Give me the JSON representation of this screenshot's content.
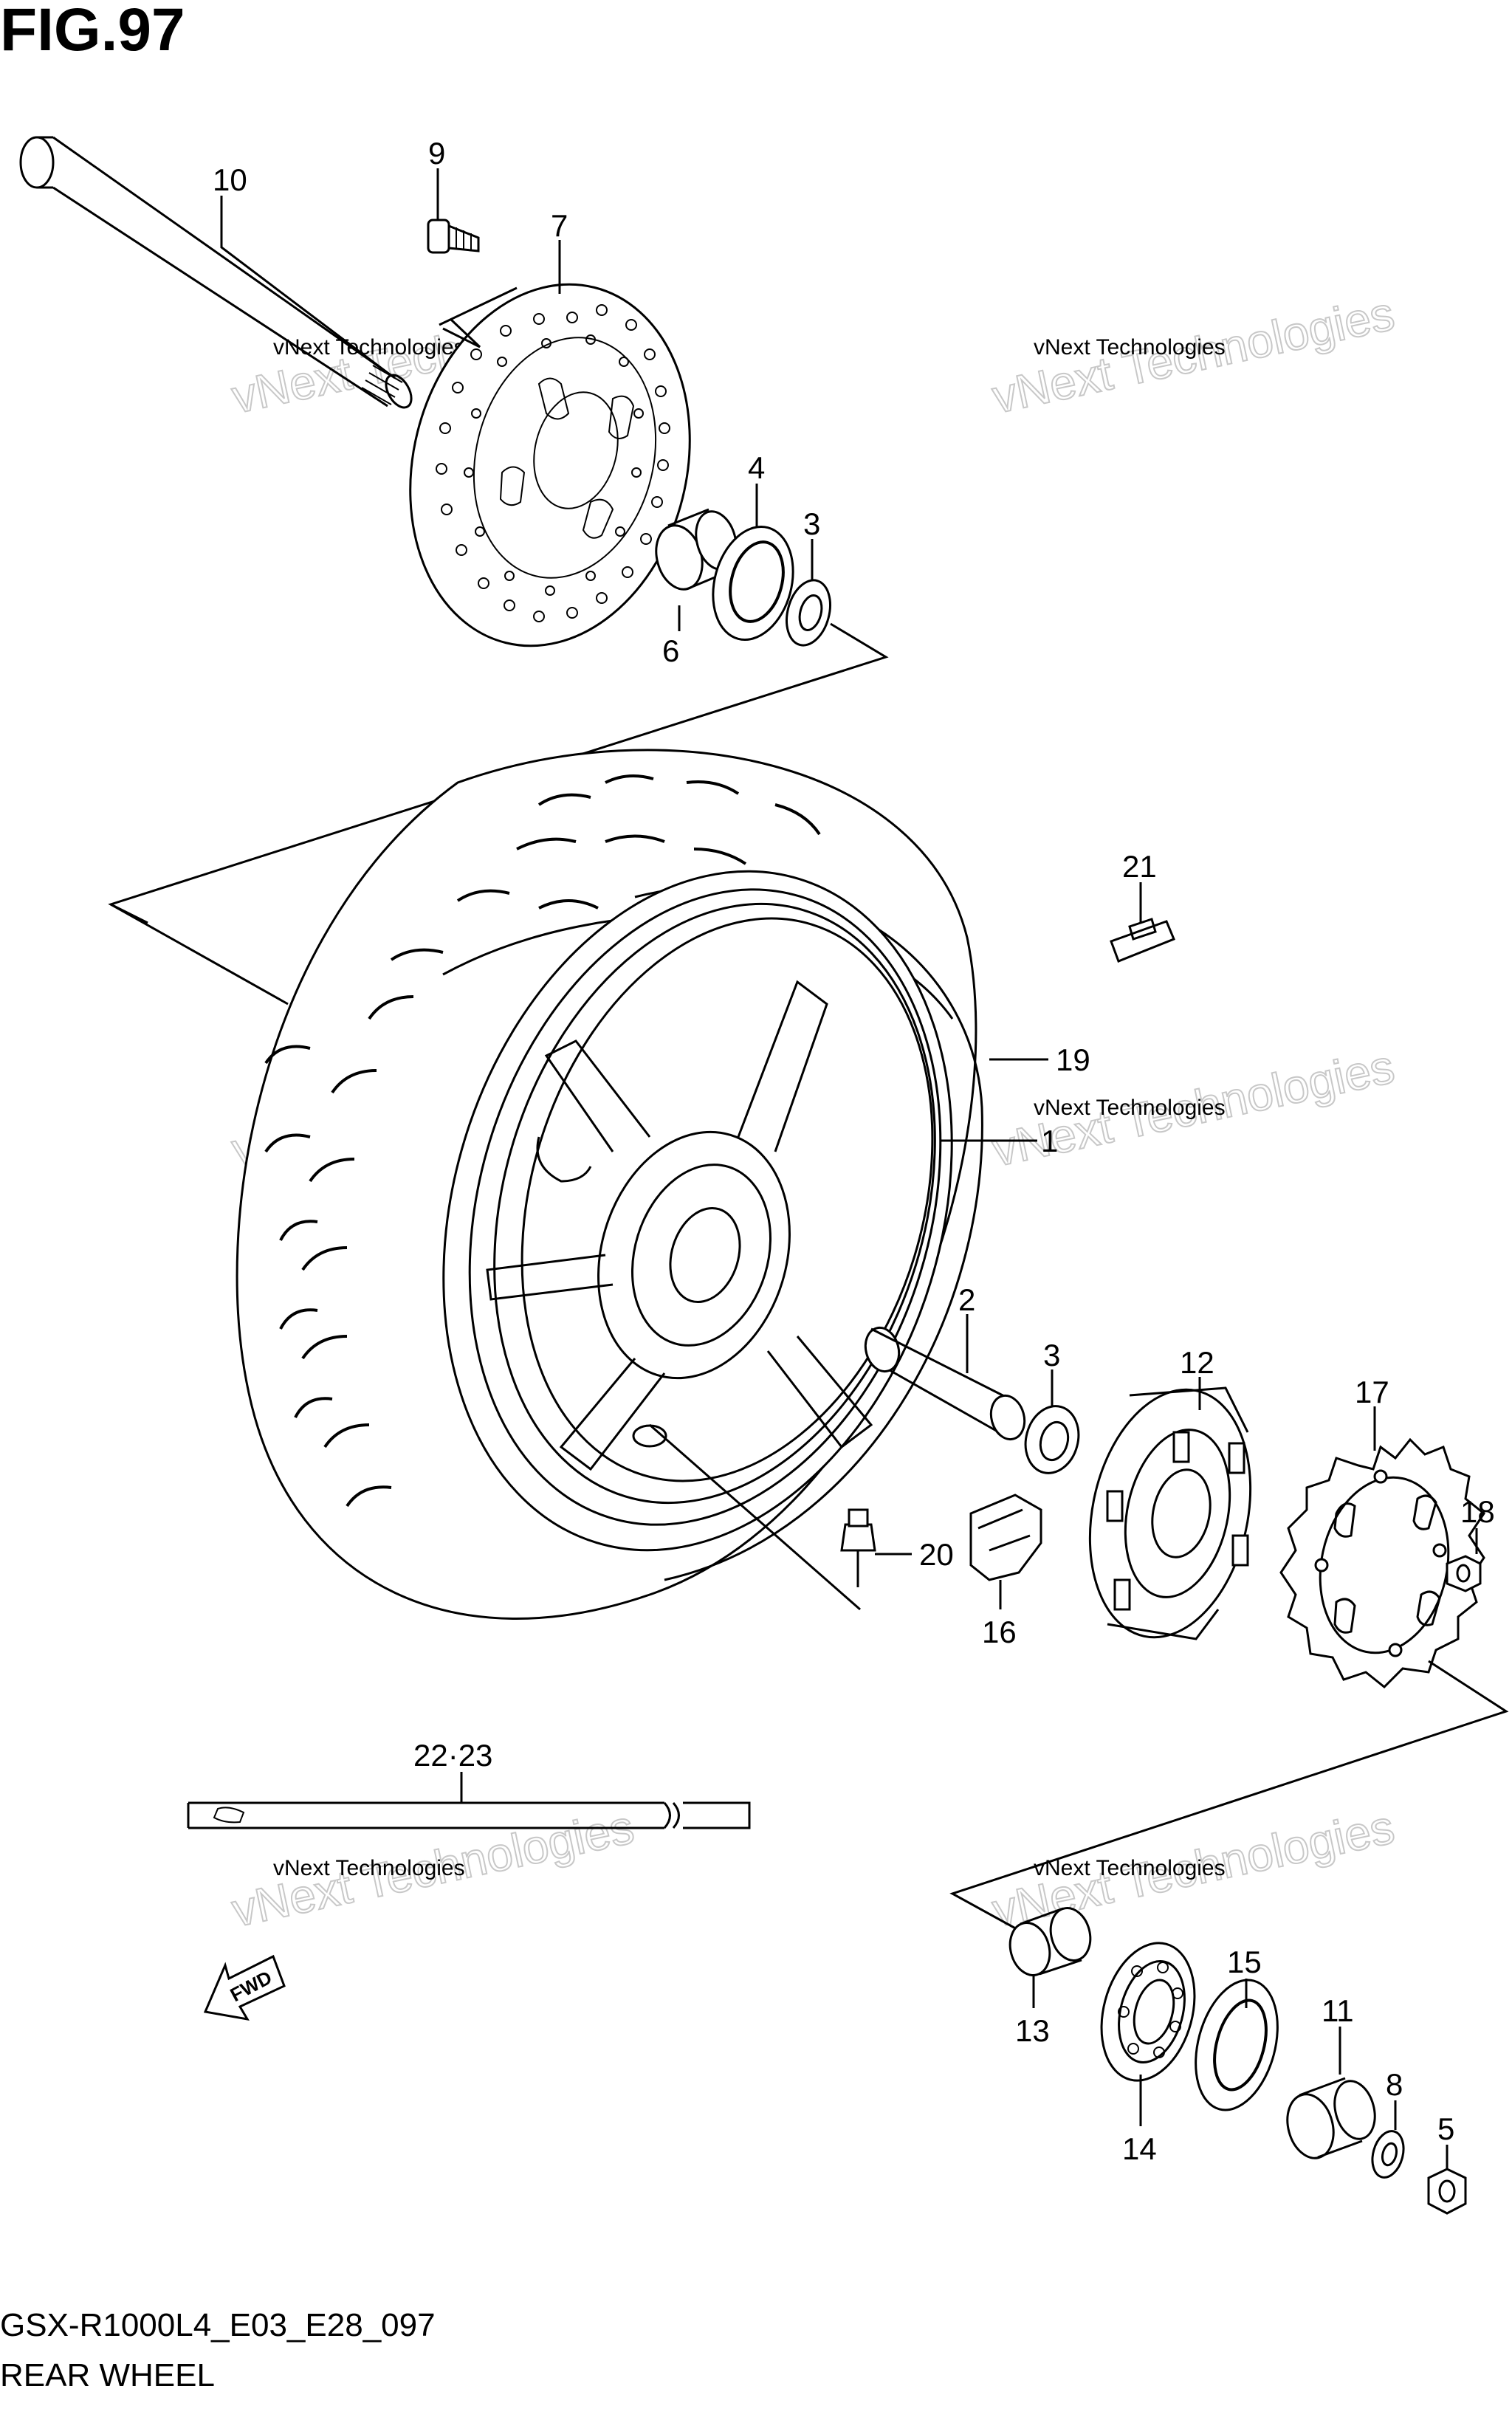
{
  "figure": {
    "title": "FIG.97",
    "model_code": "GSX-R1000L4_E03_E28_097",
    "name": "REAR WHEEL",
    "fwd_label": "FWD"
  },
  "watermark": {
    "small": "vNext Technologies",
    "big": "vNext Technologies"
  },
  "callouts": [
    "1",
    "2",
    "3",
    "3",
    "4",
    "5",
    "6",
    "7",
    "8",
    "9",
    "10",
    "11",
    "12",
    "13",
    "14",
    "15",
    "16",
    "17",
    "18",
    "19",
    "20",
    "21",
    "22·23"
  ]
}
